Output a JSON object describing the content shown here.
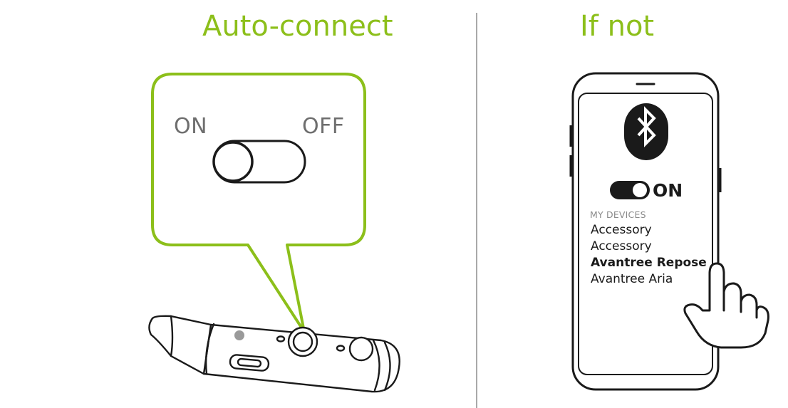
{
  "colors": {
    "accent": "#8cbf1a",
    "divider": "#a9a9a9",
    "line": "#1a1a1a",
    "label_gray": "#6e6e6e",
    "devices_title_gray": "#8a8a8a"
  },
  "left_panel": {
    "heading": "Auto-connect",
    "switch_on_label": "ON",
    "switch_off_label": "OFF",
    "switch_position": "on"
  },
  "right_panel": {
    "heading": "If not",
    "bluetooth_icon": "bluetooth-icon",
    "bluetooth_state": "ON",
    "devices_title": "MY DEVICES",
    "devices": [
      {
        "label": "Accessory",
        "selected": false
      },
      {
        "label": "Accessory",
        "selected": false
      },
      {
        "label": "Avantree Repose",
        "selected": true
      },
      {
        "label": "Avantree Aria",
        "selected": false
      }
    ],
    "pointer_icon": "pointing-hand-icon"
  }
}
